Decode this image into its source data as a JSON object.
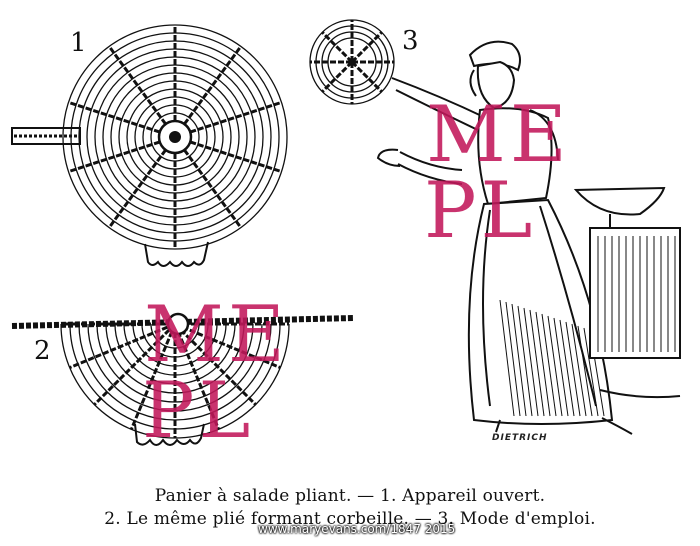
{
  "figure": {
    "labels": [
      "1",
      "2",
      "3"
    ],
    "signature": "DIETRICH",
    "caption_line1": "Panier à salade pliant. — 1. Appareil ouvert.",
    "caption_line2": "2. Le même plié formant corbeille. — 3. Mode d'emploi."
  },
  "watermark": {
    "line1": "ME",
    "line2": "PL",
    "credit": "www.maryevans.com/1847 2015",
    "color": "#c2185b"
  },
  "colors": {
    "ink": "#111111",
    "paper": "#ffffff"
  }
}
